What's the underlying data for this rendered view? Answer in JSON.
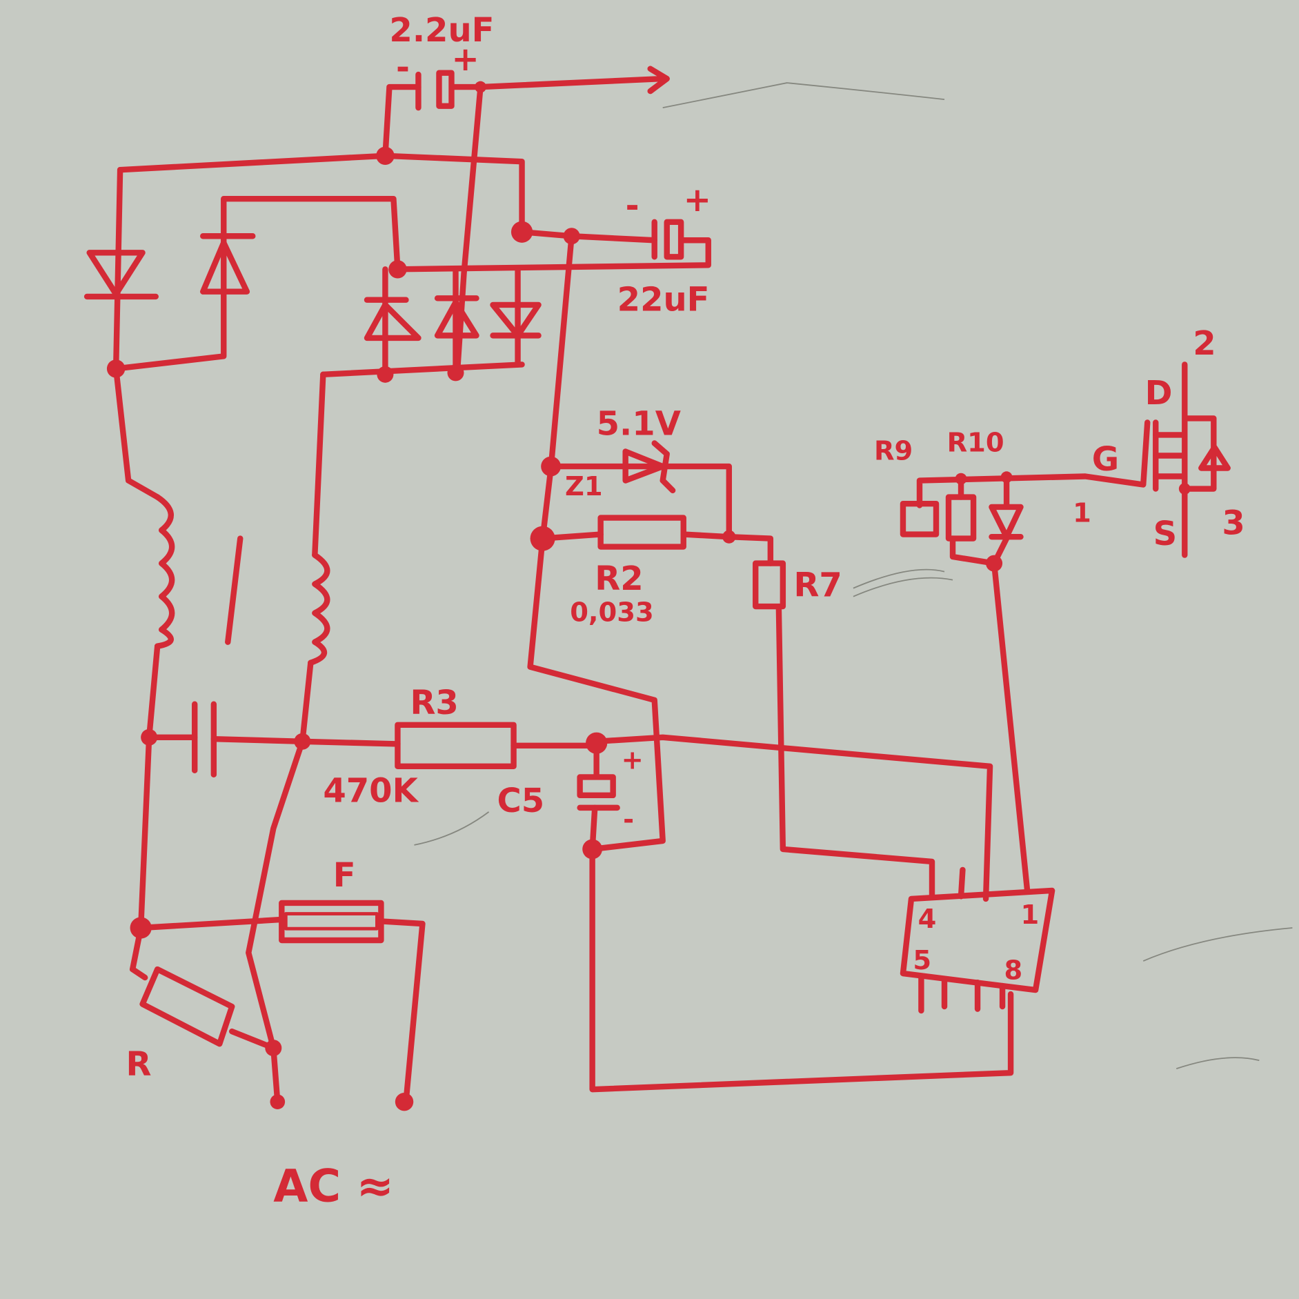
{
  "diagram": {
    "title": "Hand-drawn LED driver / power supply schematic on whiteboard",
    "ink_color": "#d42a36",
    "board_color": "#c6cac3",
    "labels": {
      "cap_top_value": "2.2uF",
      "cap_top_minus": "-",
      "cap_top_plus": "+",
      "cap_22_minus": "-",
      "cap_22_plus": "+",
      "cap_22_value": "22uF",
      "zener_value": "5.1V",
      "zener_name": "Z1",
      "r2_name": "R2",
      "r2_value": "0,033",
      "r7_name": "R7",
      "r9_name": "R9",
      "r10_name": "R10",
      "gate": "G",
      "drain": "D",
      "source": "S",
      "pin_2": "2",
      "pin_1": "1",
      "pin_3": "3",
      "r3_name": "R3",
      "r3_value": "470K",
      "c5_name": "C5",
      "c5_plus": "+",
      "c5_minus": "-",
      "fuse_name": "F",
      "resistor_name": "R",
      "ac_label": "AC ≈",
      "ic_pin_4": "4",
      "ic_pin_1": "1",
      "ic_pin_5": "5",
      "ic_pin_8": "8"
    }
  }
}
